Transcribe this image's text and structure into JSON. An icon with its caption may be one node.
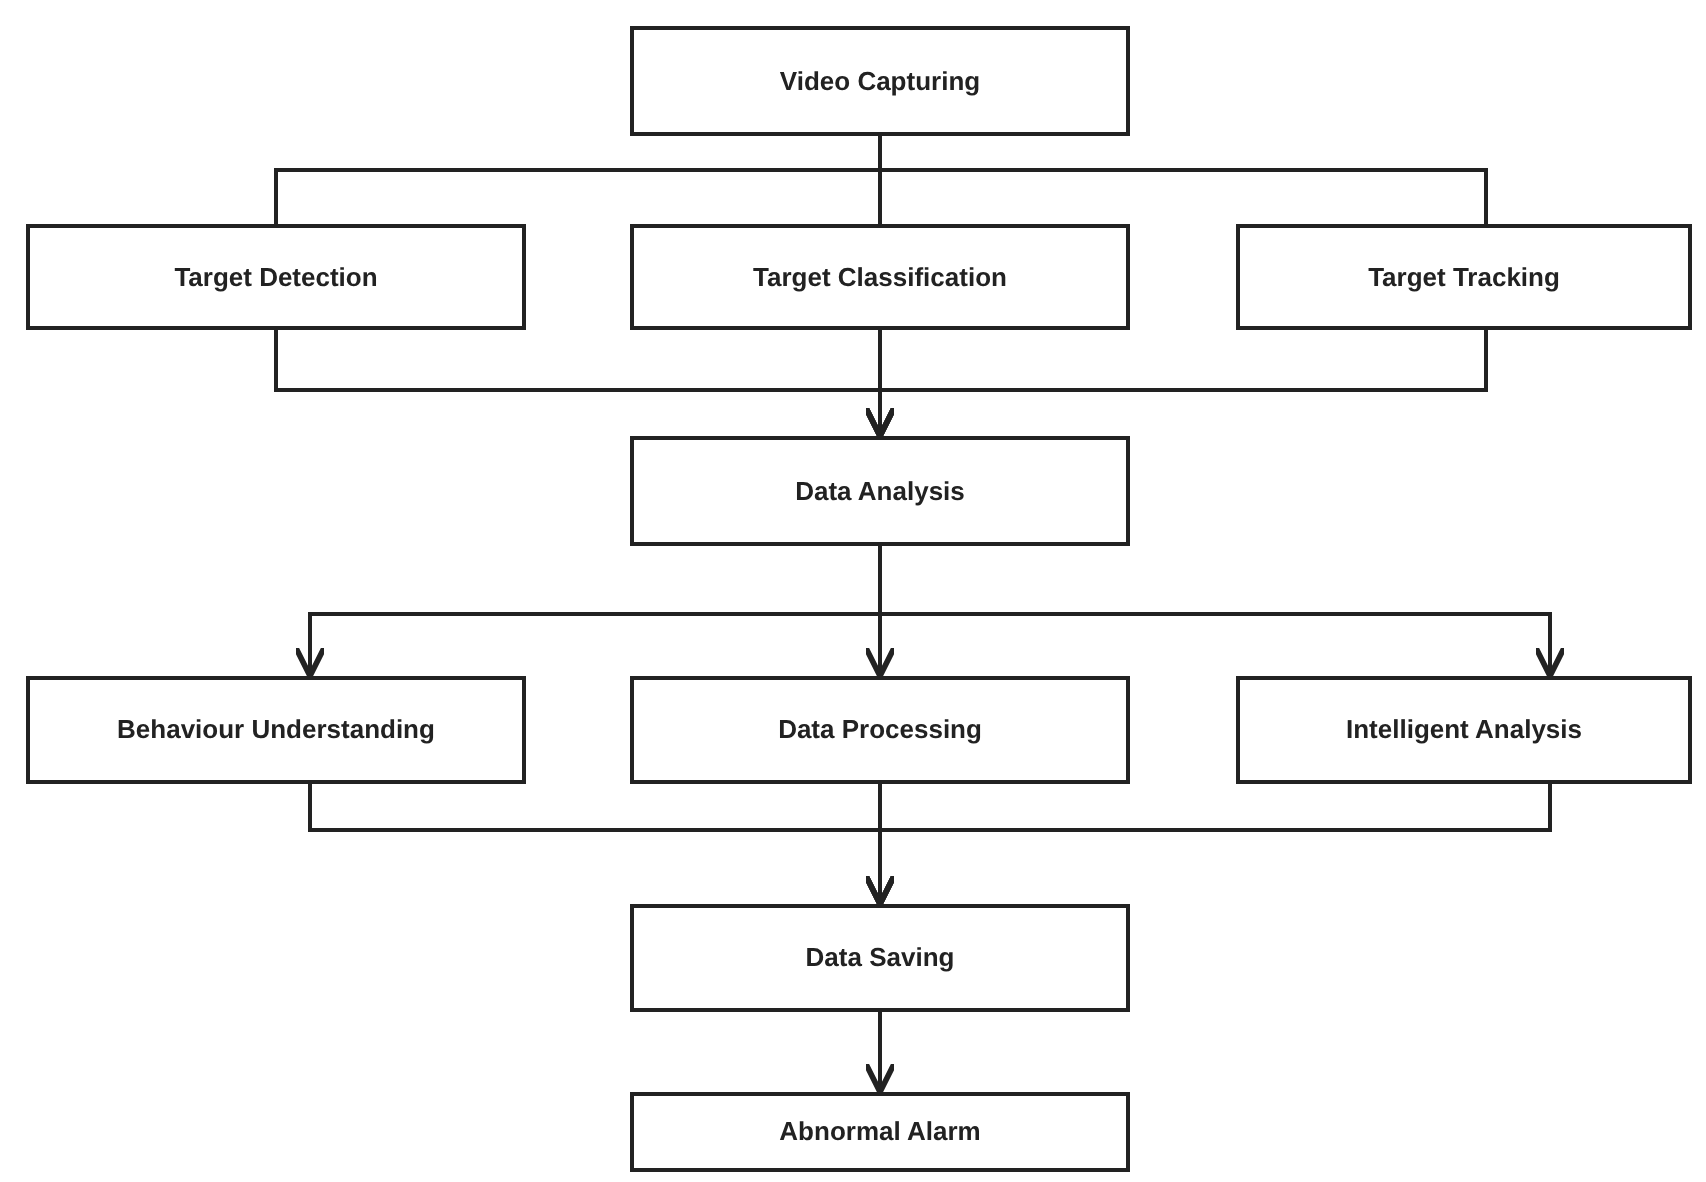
{
  "diagram": {
    "nodes": [
      {
        "text": [
          "Video Capturing"
        ]
      },
      {
        "text": [
          "Target Detection"
        ]
      },
      {
        "text": [
          "Target Classification"
        ]
      },
      {
        "text": [
          "Target Tracking"
        ]
      },
      {
        "text": [
          "Data Analysis"
        ]
      },
      {
        "text": [
          "Behaviour Understanding"
        ]
      },
      {
        "text": [
          "Data Processing"
        ]
      },
      {
        "text": [
          "Intelligent Analysis"
        ]
      },
      {
        "text": [
          "Data Saving"
        ]
      },
      {
        "text": [
          "Abnormal Alarm"
        ]
      }
    ],
    "edges": [
      {
        "from": 0,
        "to": 1,
        "arrow": "none"
      },
      {
        "from": 0,
        "to": 2,
        "arrow": "none"
      },
      {
        "from": 0,
        "to": 3,
        "arrow": "none"
      },
      {
        "from": 1,
        "to": 4,
        "arrow": "to"
      },
      {
        "from": 2,
        "to": 4,
        "arrow": "to"
      },
      {
        "from": 3,
        "to": 4,
        "arrow": "to"
      },
      {
        "from": 4,
        "to": 5,
        "arrow": "to"
      },
      {
        "from": 4,
        "to": 6,
        "arrow": "to"
      },
      {
        "from": 4,
        "to": 7,
        "arrow": "to"
      },
      {
        "from": 5,
        "to": 8,
        "arrow": "to"
      },
      {
        "from": 6,
        "to": 8,
        "arrow": "to"
      },
      {
        "from": 7,
        "to": 8,
        "arrow": "to"
      },
      {
        "from": 8,
        "to": 9,
        "arrow": "to"
      }
    ]
  }
}
